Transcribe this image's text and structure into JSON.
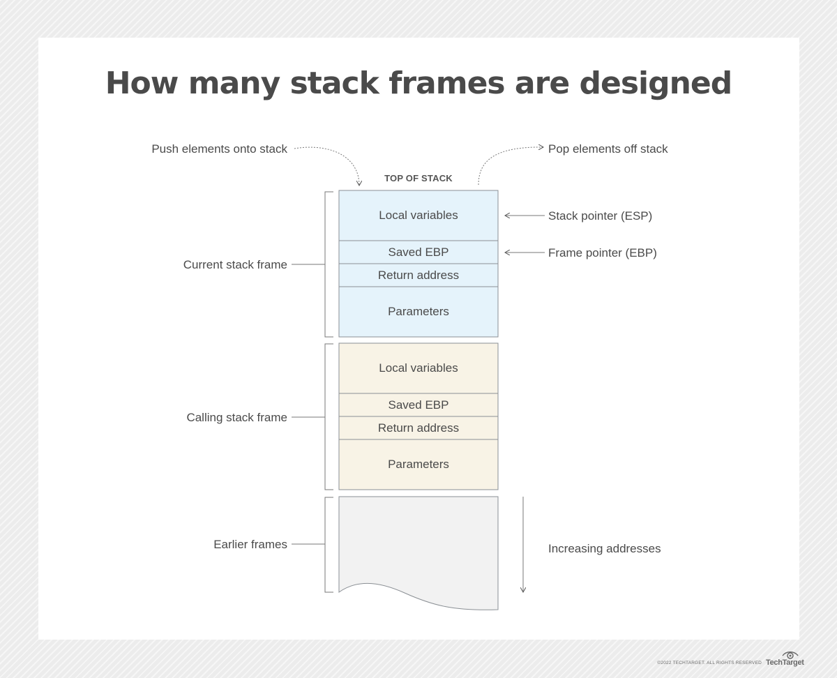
{
  "title": "How many stack frames are designed",
  "top_label": "TOP OF STACK",
  "push_label": "Push elements onto stack",
  "pop_label": "Pop elements off stack",
  "pointers": {
    "esp": "Stack pointer (ESP)",
    "ebp": "Frame pointer (EBP)"
  },
  "frames": {
    "current": {
      "label": "Current stack frame",
      "cells": [
        "Local variables",
        "Saved EBP",
        "Return address",
        "Parameters"
      ]
    },
    "calling": {
      "label": "Calling stack frame",
      "cells": [
        "Local variables",
        "Saved EBP",
        "Return address",
        "Parameters"
      ]
    },
    "earlier": {
      "label": "Earlier frames"
    }
  },
  "increasing_label": "Increasing addresses",
  "colors": {
    "current_fill": "#e5f3fb",
    "calling_fill": "#f8f3e6",
    "earlier_fill": "#f2f2f2",
    "stroke": "#8a8f94"
  },
  "footer": {
    "copyright": "©2022 TECHTARGET. ALL RIGHTS RESERVED",
    "brand": "TechTarget"
  }
}
